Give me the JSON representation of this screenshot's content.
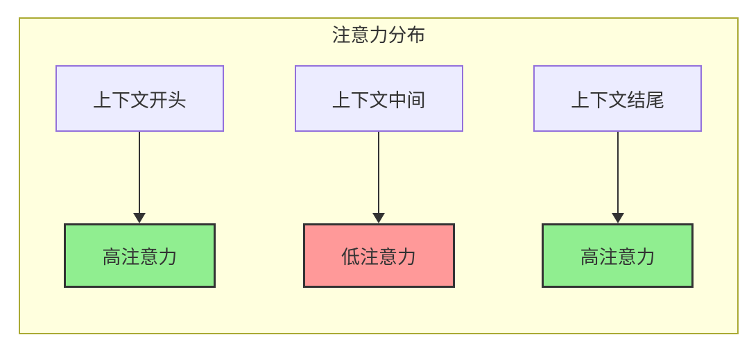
{
  "diagram": {
    "title": "注意力分布",
    "columns": [
      {
        "source": "上下文开头",
        "target": "高注意力",
        "attention": "high"
      },
      {
        "source": "上下文中间",
        "target": "低注意力",
        "attention": "low"
      },
      {
        "source": "上下文结尾",
        "target": "高注意力",
        "attention": "high"
      }
    ],
    "colors": {
      "cluster_fill": "#ffffde",
      "cluster_border": "#aaaa33",
      "node_fill": "#ececff",
      "node_border": "#9370db",
      "high_attention_fill": "#90ee90",
      "low_attention_fill": "#ff9999",
      "emphasis_border": "#333333",
      "edge": "#333333",
      "text": "#333333"
    }
  }
}
